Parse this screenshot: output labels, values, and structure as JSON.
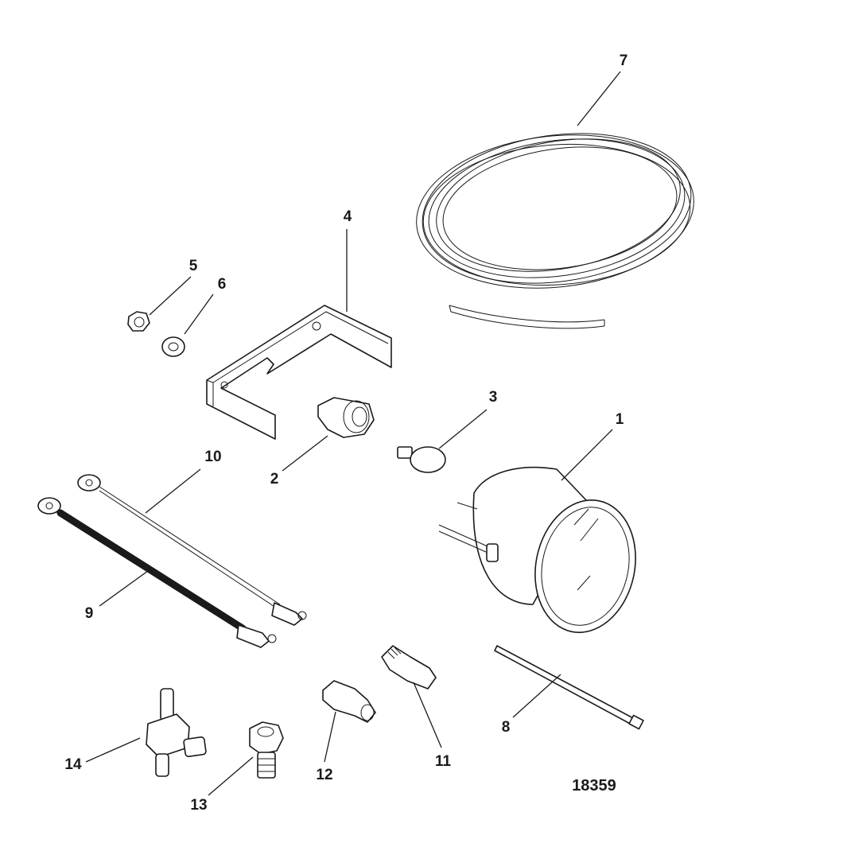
{
  "figure_number": "18359",
  "callouts": [
    {
      "n": "1"
    },
    {
      "n": "2"
    },
    {
      "n": "3"
    },
    {
      "n": "4"
    },
    {
      "n": "5"
    },
    {
      "n": "6"
    },
    {
      "n": "7"
    },
    {
      "n": "8"
    },
    {
      "n": "9"
    },
    {
      "n": "10"
    },
    {
      "n": "11"
    },
    {
      "n": "12"
    },
    {
      "n": "13"
    },
    {
      "n": "14"
    }
  ]
}
